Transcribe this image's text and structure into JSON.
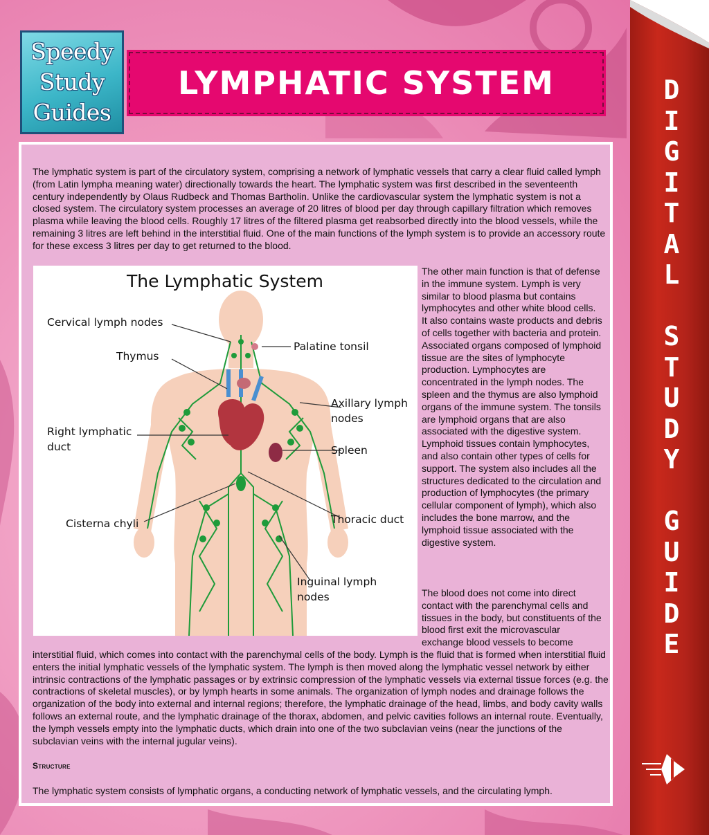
{
  "logo": {
    "line1": "Speedy",
    "line2": "Study",
    "line3": "Guides"
  },
  "banner_title": "LYMPHATIC SYSTEM",
  "spine_text": "DIGITAL STUDY GUIDE",
  "colors": {
    "background_pink": "#e97fb0",
    "banner": "#e5086f",
    "spine_red": "#c8281b",
    "panel": "#eab2d7",
    "logo_teal": "#3cb6c8",
    "lymph_green": "#1e9b3a"
  },
  "intro_paragraph": "The lymphatic system is part of the circulatory system, comprising a network of lymphatic vessels that carry a clear fluid called lymph (from Latin lympha meaning water) directionally towards the heart. The lymphatic system was first described in the seventeenth century independently by Olaus Rudbeck and Thomas Bartholin. Unlike the cardiovascular system the lymphatic system is not a closed system. The circulatory system processes an average of 20 litres of blood per day through capillary filtration which removes plasma while leaving the blood cells. Roughly 17 litres of the filtered plasma get reabsorbed directly into the blood vessels, while the remaining 3 litres are left behind in the interstitial fluid. One of the main functions of the lymph system is to provide an accessory route for these excess 3 litres per day to get returned to the blood.",
  "figure": {
    "title": "The Lymphatic System",
    "labels": {
      "cervical": "Cervical lymph nodes",
      "thymus": "Thymus",
      "right_duct_1": "Right lymphatic",
      "right_duct_2": "duct",
      "cisterna": "Cisterna chyli",
      "palatine": "Palatine tonsil",
      "axillary_1": "Axillary lymph",
      "axillary_2": "nodes",
      "spleen": "Spleen",
      "thoracic": "Thoracic duct",
      "inguinal_1": "Inguinal lymph",
      "inguinal_2": "nodes"
    }
  },
  "side_paragraph_1": "The other main function is that of defense in the immune system. Lymph is very similar to blood plasma but contains lymphocytes and other white blood cells. It also contains waste products and debris of cells together with bacteria and protein. Associated organs composed of lymphoid tissue are the sites of lymphocyte production. Lymphocytes are concentrated in the lymph nodes. The spleen and the thymus are also lymphoid organs of the immune system. The tonsils are lymphoid organs that are also associated with the digestive system. Lymphoid tissues contain lymphocytes, and also contain other types of cells for support. The system also includes all the structures dedicated to the circulation and production of lymphocytes (the primary cellular component of lymph), which also includes the bone marrow, and the lymphoid tissue associated with the digestive system.",
  "side_paragraph_2": "The blood does not come into direct contact with the parenchymal cells and tissues in the body, but constituents of the blood first exit the microvascular exchange blood vessels to become",
  "continuation_paragraph": "interstitial fluid, which comes into contact with the parenchymal cells of the body. Lymph is the fluid that is formed when interstitial fluid enters the initial lymphatic vessels of the lymphatic system. The lymph is then moved along the lymphatic vessel network by either intrinsic contractions of the lymphatic passages or by extrinsic compression of the lymphatic vessels via external tissue forces (e.g. the contractions of skeletal muscles), or by lymph hearts in some animals. The organization of lymph nodes and drainage follows the organization of the body into external and internal regions; therefore, the lymphatic drainage of the head, limbs, and body cavity walls follows an external route, and the lymphatic drainage of the thorax, abdomen, and pelvic cavities follows an internal route. Eventually, the lymph vessels empty into the lymphatic ducts, which drain into one of the two subclavian veins (near the junctions of the subclavian veins with the internal jugular veins).",
  "section_heading": "Structure",
  "structure_paragraph": "The lymphatic system consists of lymphatic organs, a conducting network of lymphatic vessels, and the circulating lymph.",
  "icons": {
    "publisher": "book-arrow-icon"
  }
}
